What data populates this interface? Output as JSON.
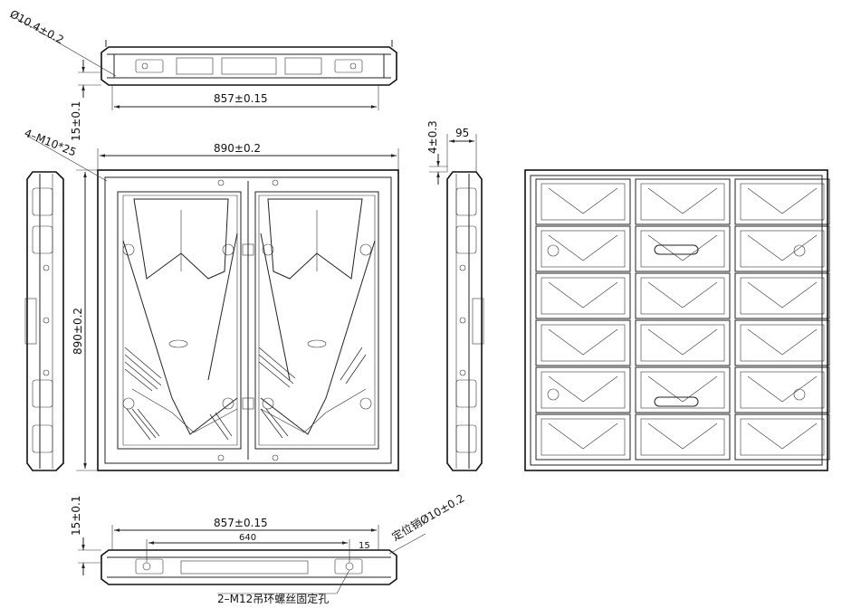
{
  "dimensions": {
    "top_hole_diameter": "Ø10.4±0.2",
    "top_overall_width": "857±0.15",
    "top_edge_offset": "15±0.1",
    "screw_spec": "4–M10*25",
    "front_width": "890±0.2",
    "front_height": "890±0.2",
    "side_offset": "4±0.3",
    "side_depth": "95",
    "bottom_edge_offset": "15±0.1",
    "bottom_overall_width": "857±0.15",
    "bottom_hole_spacing": "640",
    "bottom_small_dim": "15",
    "locating_pin": "定位销Ø10±0.2",
    "lifting_holes": "2–M12吊环螺丝固定孔"
  }
}
